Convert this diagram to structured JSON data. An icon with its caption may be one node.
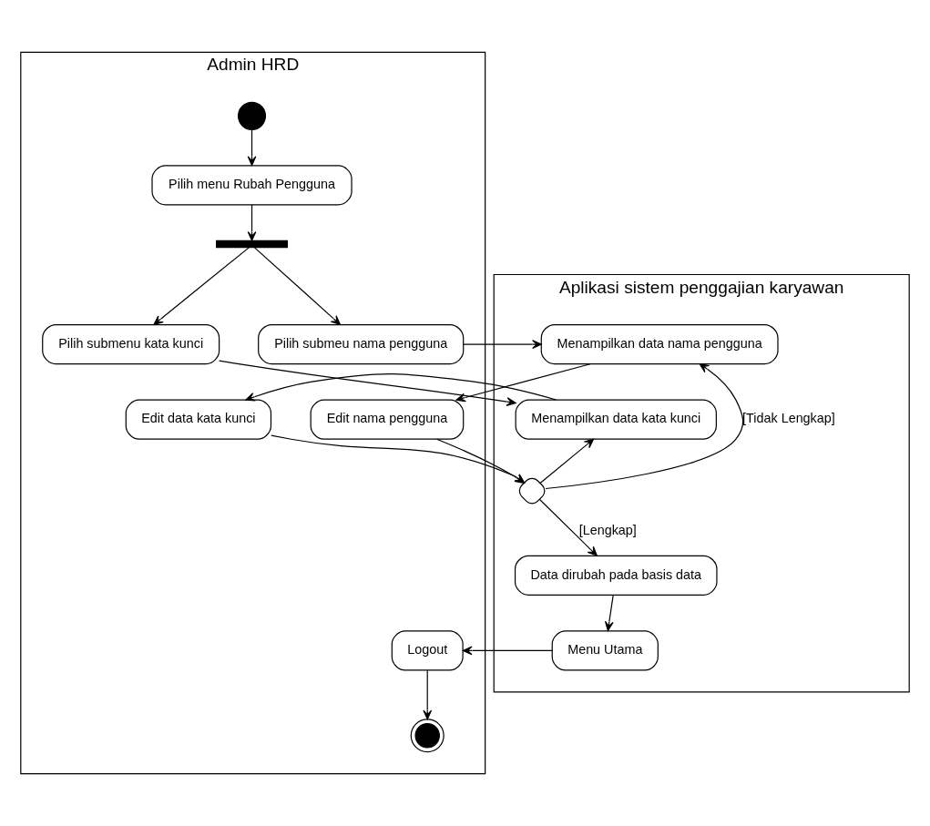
{
  "diagram": {
    "nodes": [
      {
        "text": [
          "Admin HRD"
        ]
      },
      {
        "text": [
          "Aplikasi sistem penggajian karyawan"
        ]
      },
      {
        "text": [],
        "shape": "circle",
        "in": 0
      },
      {
        "text": [
          "Pilih menu Rubah Pengguna"
        ],
        "in": 0
      },
      {
        "text": [],
        "shape": "bar",
        "in": 0
      },
      {
        "text": [
          "Pilih submenu kata kunci"
        ],
        "in": 0
      },
      {
        "text": [
          "Pilih submeu nama pengguna"
        ],
        "in": 0
      },
      {
        "text": [
          "Menampilkan data nama pengguna"
        ],
        "in": 1
      },
      {
        "text": [
          "Edit nama pengguna"
        ],
        "in": 0
      },
      {
        "text": [
          "Menampilkan data kata kunci"
        ],
        "in": 1
      },
      {
        "text": [
          "Edit data kata kunci"
        ],
        "in": 0
      },
      {
        "text": [],
        "shape": "diamond",
        "in": 1
      },
      {
        "text": [
          "Data dirubah pada basis data"
        ],
        "in": 1
      },
      {
        "text": [
          "Menu Utama"
        ],
        "in": 1
      },
      {
        "text": [
          "Logout"
        ],
        "in": 0
      },
      {
        "text": [],
        "shape": "circle",
        "in": 0
      }
    ],
    "edges": [
      {
        "from": 2,
        "to": 3,
        "arrow": "to"
      },
      {
        "from": 3,
        "to": 4,
        "arrow": "to"
      },
      {
        "from": 4,
        "to": 5,
        "arrow": "to"
      },
      {
        "from": 4,
        "to": 6,
        "arrow": "to"
      },
      {
        "from": 6,
        "to": 7,
        "arrow": "to"
      },
      {
        "from": 7,
        "to": 8,
        "arrow": "to"
      },
      {
        "from": 8,
        "to": 11,
        "arrow": "to"
      },
      {
        "from": 5,
        "to": 9,
        "arrow": "to"
      },
      {
        "from": 9,
        "to": 10,
        "arrow": "to"
      },
      {
        "from": 10,
        "to": 11,
        "arrow": "to"
      },
      {
        "from": 11,
        "to": 7,
        "label": "[Tidak Lengkap]",
        "arrow": "to"
      },
      {
        "from": 11,
        "to": 9,
        "arrow": "to"
      },
      {
        "from": 11,
        "to": 12,
        "label": "[Lengkap]",
        "arrow": "to"
      },
      {
        "from": 12,
        "to": 13,
        "arrow": "to"
      },
      {
        "from": 13,
        "to": 14,
        "arrow": "to"
      },
      {
        "from": 14,
        "to": 15,
        "arrow": "to"
      }
    ]
  }
}
